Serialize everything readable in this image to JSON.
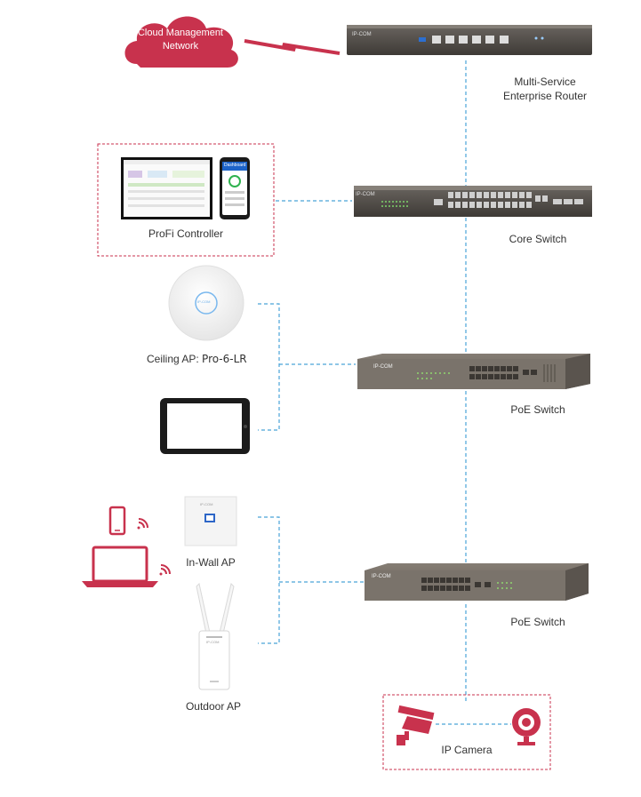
{
  "cloud": {
    "line1": "Cloud Management",
    "line2": "Network"
  },
  "router": {
    "label_line1": "Multi-Service",
    "label_line2": "Enterprise Router",
    "brand": "IP-COM"
  },
  "controller": {
    "label": "ProFi Controller",
    "dashboard_title": "Dashboard"
  },
  "core_switch": {
    "label": "Core Switch",
    "brand": "IP-COM"
  },
  "ceiling_ap": {
    "label_prefix": "Ceiling AP:",
    "label_model": "Pro-6-LR",
    "brand": "IP-COM"
  },
  "poe_switch_1": {
    "label": "PoE Switch",
    "brand": "IP-COM"
  },
  "poe_switch_2": {
    "label": "PoE Switch",
    "brand": "IP-COM"
  },
  "in_wall_ap": {
    "label": "In-Wall AP",
    "brand": "IP-COM"
  },
  "outdoor_ap": {
    "label": "Outdoor AP",
    "brand": "IP-COM"
  },
  "ip_camera": {
    "label": "IP Camera"
  },
  "colors": {
    "accent_red": "#c8324d",
    "link_blue": "#4aa3d8",
    "device_dark": "#4a4540",
    "device_gray": "#8a847c"
  }
}
